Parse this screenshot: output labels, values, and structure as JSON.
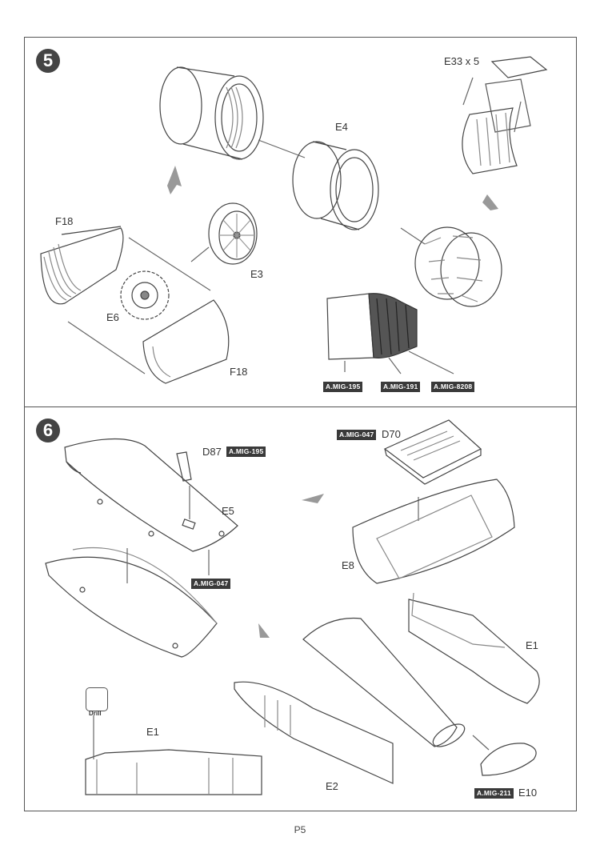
{
  "page": {
    "number": "P5"
  },
  "steps": [
    {
      "id": "5",
      "labels": {
        "e4": "E4",
        "e33": "E33 x 5",
        "f18_top": "F18",
        "e3": "E3",
        "e6": "E6",
        "f18_bottom": "F18"
      },
      "paints": [
        "A.MIG-195",
        "A.MIG-191",
        "A.MIG-8208"
      ],
      "icons": [
        "cylinder-part",
        "ring-part",
        "nozzle-part",
        "fan-disc-part",
        "arrow-icon"
      ]
    },
    {
      "id": "6",
      "labels": {
        "d87": "D87",
        "d70": "D70",
        "e5": "E5",
        "e8": "E8",
        "e1_right": "E1",
        "e1_detail": "E1",
        "e2": "E2",
        "e10": "E10",
        "drill": "Drill"
      },
      "paints": {
        "d87": "A.MIG-195",
        "d70": "A.MIG-047",
        "e5": "A.MIG-047",
        "e10": "A.MIG-211"
      },
      "icons": [
        "drill-icon",
        "arrow-icon"
      ]
    }
  ]
}
